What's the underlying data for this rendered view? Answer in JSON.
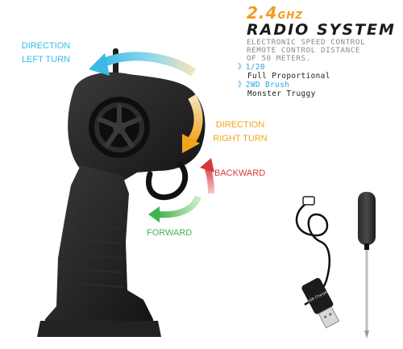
{
  "heading": {
    "frequency": "2.4",
    "frequency_unit": "GHZ",
    "system": "RADIO SYSTEM"
  },
  "description_lines": [
    "ELECTRONIC SPEED CONTROL",
    "REMOTE CONTROL DISTANCE",
    "OF 50 METERS."
  ],
  "specs": [
    {
      "mark": "》",
      "code": "1/20",
      "text": "Full Proportional"
    },
    {
      "mark": "》",
      "code": "2WD Brush",
      "text": "Monster Truggy"
    }
  ],
  "labels": {
    "left_turn_line1": "DIRECTION",
    "left_turn_line2": "LEFT TURN",
    "right_turn_line1": "DIRECTION",
    "right_turn_line2": "RIGHT TURN",
    "backward": "BACKWARD",
    "forward": "FORWARD"
  },
  "colors": {
    "left_turn": "#39b9e6",
    "right_turn": "#f2a51c",
    "backward": "#d23a3a",
    "forward": "#3fb34f",
    "accent": "#f39a1e",
    "spec_blue": "#2fa3e0"
  },
  "usb_charger_print": "USB Charger"
}
